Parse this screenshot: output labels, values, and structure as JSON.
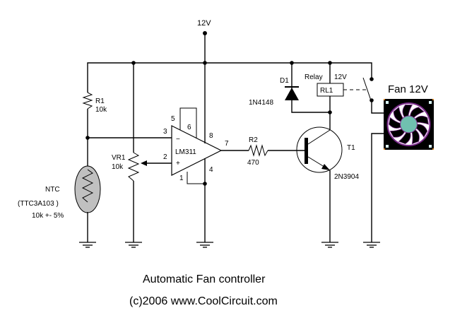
{
  "diagram": {
    "supply_label": "12V",
    "title": "Automatic Fan controller",
    "copyright": "(c)2006 www.CoolCircuit.com",
    "components": {
      "r1": {
        "ref": "R1",
        "value": "10k"
      },
      "vr1": {
        "ref": "VR1",
        "value": "10k"
      },
      "ntc": {
        "name": "NTC",
        "part": "(TTC3A103 )",
        "spec": "10k +- 5%"
      },
      "opamp": {
        "part": "LM311",
        "minus": "−",
        "plus": "+",
        "pins": {
          "p1": "1",
          "p2": "2",
          "p3": "3",
          "p4": "4",
          "p5": "5",
          "p6": "6",
          "p7": "7",
          "p8": "8"
        }
      },
      "r2": {
        "ref": "R2",
        "value": "470"
      },
      "d1": {
        "ref": "D1",
        "part": "1N4148"
      },
      "relay": {
        "ref": "RL1",
        "label": "Relay",
        "voltage": "12V"
      },
      "t1": {
        "ref": "T1",
        "part": "2N3904"
      },
      "fan": {
        "label": "Fan 12V",
        "hub_color": "#70c0b0",
        "frame_color": "#000000"
      }
    },
    "colors": {
      "wire": "#000000",
      "ntc_fill": "#c0c0c0",
      "background": "#ffffff"
    }
  }
}
